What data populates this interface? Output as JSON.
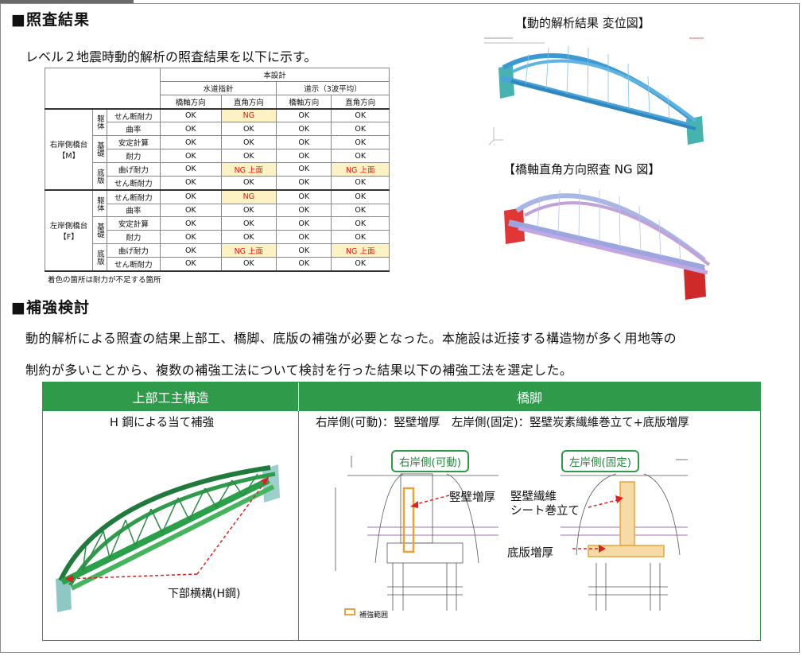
{
  "section1": {
    "heading": "■照査結果",
    "intro": "レベル２地震時動的解析の照査結果を以下に示す。"
  },
  "table": {
    "header": {
      "top": "本設計",
      "group_a": "水道指針",
      "group_b": "道示（3波平均）",
      "cols": [
        "橋軸方向",
        "直角方向",
        "橋軸方向",
        "直角方向"
      ]
    },
    "abutments": [
      {
        "label": "右岸側橋台",
        "code": "【M】",
        "groups": [
          {
            "label": "躯体",
            "rows": [
              {
                "item": "せん断耐力",
                "values": [
                  "OK",
                  "NG",
                  "OK",
                  "OK"
                ],
                "ng": [
                  false,
                  true,
                  false,
                  false
                ]
              },
              {
                "item": "曲率",
                "values": [
                  "OK",
                  "OK",
                  "OK",
                  "OK"
                ],
                "ng": [
                  false,
                  false,
                  false,
                  false
                ]
              }
            ]
          },
          {
            "label": "基礎",
            "rows": [
              {
                "item": "安定計算",
                "values": [
                  "OK",
                  "OK",
                  "OK",
                  "OK"
                ],
                "ng": [
                  false,
                  false,
                  false,
                  false
                ]
              },
              {
                "item": "耐力",
                "values": [
                  "OK",
                  "OK",
                  "OK",
                  "OK"
                ],
                "ng": [
                  false,
                  false,
                  false,
                  false
                ]
              }
            ]
          },
          {
            "label": "底版",
            "rows": [
              {
                "item": "曲げ耐力",
                "values": [
                  "OK",
                  "NG 上面",
                  "OK",
                  "NG 上面"
                ],
                "ng": [
                  false,
                  true,
                  false,
                  true
                ]
              },
              {
                "item": "せん断耐力",
                "values": [
                  "OK",
                  "OK",
                  "OK",
                  "OK"
                ],
                "ng": [
                  false,
                  false,
                  false,
                  false
                ]
              }
            ]
          }
        ]
      },
      {
        "label": "左岸側橋台",
        "code": "【F】",
        "groups": [
          {
            "label": "躯体",
            "rows": [
              {
                "item": "せん断耐力",
                "values": [
                  "OK",
                  "NG",
                  "OK",
                  "OK"
                ],
                "ng": [
                  false,
                  true,
                  false,
                  false
                ]
              },
              {
                "item": "曲率",
                "values": [
                  "OK",
                  "OK",
                  "OK",
                  "OK"
                ],
                "ng": [
                  false,
                  false,
                  false,
                  false
                ]
              }
            ]
          },
          {
            "label": "基礎",
            "rows": [
              {
                "item": "安定計算",
                "values": [
                  "OK",
                  "OK",
                  "OK",
                  "OK"
                ],
                "ng": [
                  false,
                  false,
                  false,
                  false
                ]
              },
              {
                "item": "耐力",
                "values": [
                  "OK",
                  "OK",
                  "OK",
                  "OK"
                ],
                "ng": [
                  false,
                  false,
                  false,
                  false
                ]
              }
            ]
          },
          {
            "label": "底版",
            "rows": [
              {
                "item": "曲げ耐力",
                "values": [
                  "OK",
                  "NG 上面",
                  "OK",
                  "NG 上面"
                ],
                "ng": [
                  false,
                  true,
                  false,
                  true
                ]
              },
              {
                "item": "せん断耐力",
                "values": [
                  "OK",
                  "OK",
                  "OK",
                  "OK"
                ],
                "ng": [
                  false,
                  false,
                  false,
                  false
                ]
              }
            ]
          }
        ]
      }
    ],
    "note": "着色の箇所は耐力が不足する箇所"
  },
  "figures": {
    "displacement_title": "【動的解析結果 変位図】",
    "ng_title": "【橋軸直角方向照査 NG 図】"
  },
  "section2": {
    "heading": "■補強検討",
    "para_line1": "動的解析による照査の結果上部工、橋脚、底版の補強が必要となった。本施設は近接する構造物が多く用地等の",
    "para_line2": "制約が多いことから、複数の補強工法について検討を行った結果以下の補強工法を選定した。"
  },
  "reinforce": {
    "left_header": "上部工主構造",
    "right_header": "橋脚",
    "left_sub": "H 鋼による当て補強",
    "right_sub": "右岸側(可動)：竪壁増厚　左岸側(固定)：竪壁炭素繊維巻立て+底版増厚",
    "lower_brace_label": "下部横構(H鋼)",
    "right_pier_tag": "右岸側(可動)",
    "left_pier_tag": "左岸側(固定)",
    "wall_thicken_label": "竪壁増厚",
    "fiber_wrap_line1": "竪壁繊維",
    "fiber_wrap_line2": "シート巻立て",
    "slab_thicken_label": "底版増厚",
    "legend_label": "補強範囲"
  },
  "colors": {
    "green_header": "#2e9a4a",
    "ng_text": "#e11111",
    "ng_fill": "#fdf2c4",
    "arrow_red": "#e02020"
  }
}
